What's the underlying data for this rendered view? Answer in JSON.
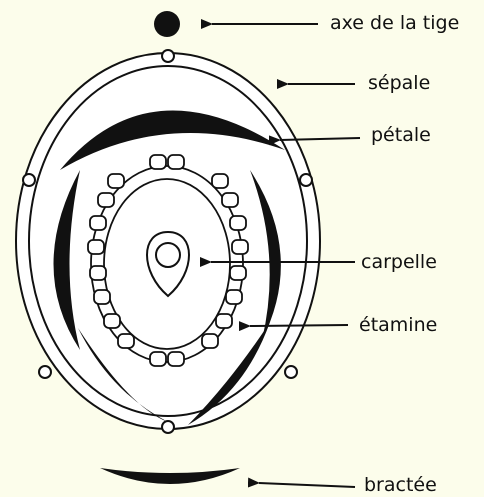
{
  "labels": {
    "stem_axis": "axe de la tige",
    "sepal": "sépale",
    "petal": "pétale",
    "carpel": "carpelle",
    "stamen": "étamine",
    "bract": "bractée"
  },
  "colors": {
    "background": "#fcfdeb",
    "ink": "#111111",
    "fill": "#ffffff"
  }
}
